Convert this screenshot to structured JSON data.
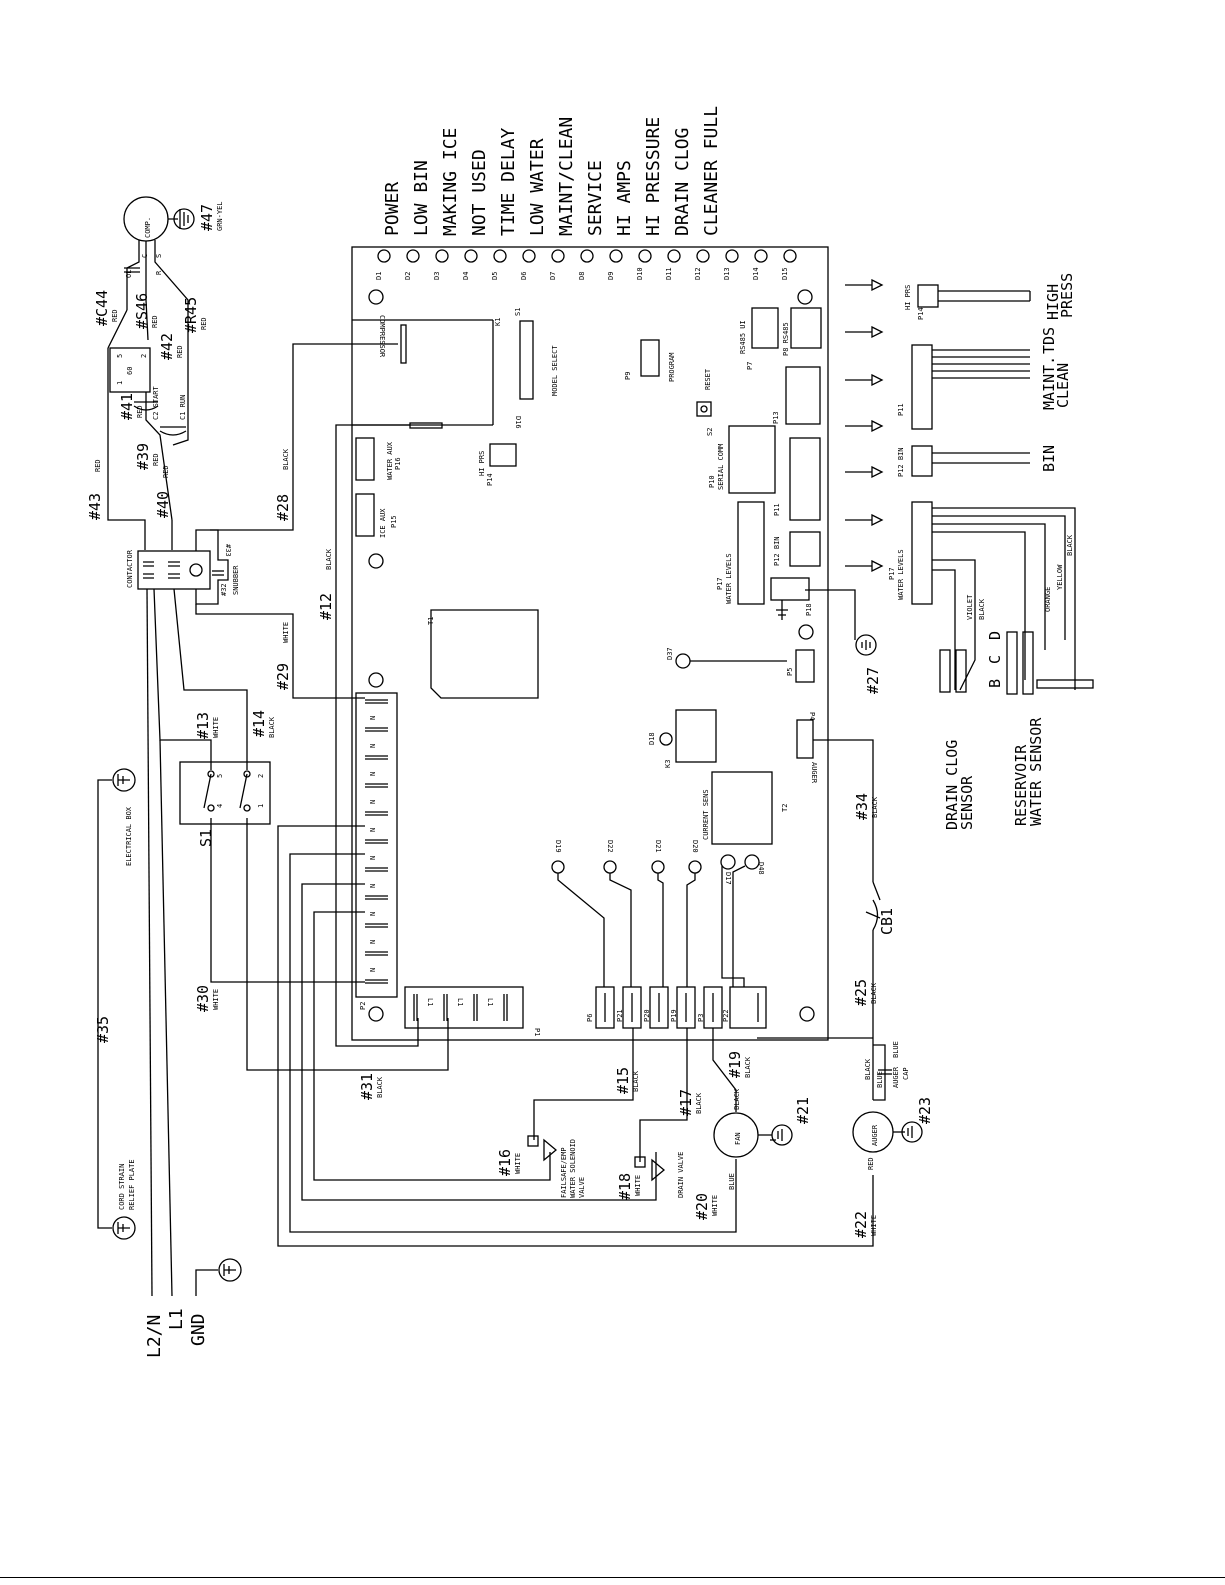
{
  "indicators": [
    "POWER",
    "LOW BIN",
    "MAKING ICE",
    "NOT USED",
    "TIME DELAY",
    "LOW WATER",
    "MAINT/CLEAN",
    "SERVICE",
    "HI AMPS",
    "HI PRESSURE",
    "DRAIN CLOG",
    "CLEANER FULL"
  ],
  "led_codes": [
    "D1",
    "D2",
    "D3",
    "D4",
    "D5",
    "D6",
    "D7",
    "D8",
    "D9",
    "D10",
    "D11",
    "D12",
    "D13",
    "D14",
    "D15"
  ],
  "board": {
    "compressor": "COMPRESSOR",
    "k1": "K1",
    "s1": "S1",
    "model_select": "MODEL SELECT",
    "d16": "D16",
    "p9": "P9",
    "program": "PROGRAM",
    "reset": "RESET",
    "s2": "S2",
    "rs485_ui": "RS485 UI",
    "p7": "P7",
    "p8_rs485": "P8 RS485",
    "p13": "P13",
    "p10": "P10",
    "serial_comm": "SERIAL COMM",
    "p11": "P11",
    "p12_bin": "P12 BIN",
    "p17": "P17",
    "water_levels": "WATER LEVELS",
    "p18": "P18",
    "p16": "P16",
    "water_aux": "WATER AUX",
    "p15": "P15",
    "ice_aux": "ICE AUX",
    "hi_prs": "HI PRS",
    "p14": "P14",
    "t1": "T1",
    "d37": "D37",
    "p5": "P5",
    "d18": "D18",
    "k3": "K3",
    "p4": "P4",
    "auger": "AUGER",
    "current_sens": "CURRENT SENS",
    "t2": "T2",
    "d19": "D19",
    "d22": "D22",
    "d21": "D21",
    "d20": "D20",
    "d17": "D17",
    "d48": "D48",
    "p2": "P2",
    "p1": "P1",
    "p6": "P6",
    "p21": "P21",
    "p20": "P20",
    "p19": "P19",
    "p3": "P3",
    "p22": "P22",
    "n": "N",
    "l1": "L1"
  },
  "compressor_circuit": {
    "comp": "COMP.",
    "ol": "OL",
    "c": "C",
    "s": "S",
    "r": "R",
    "w47": "#47",
    "grn_yel": "GRN-YEL",
    "c44": "#C44",
    "s46": "#S46",
    "r45": "#R45",
    "red": "RED",
    "w42": "#42",
    "w41": "#41",
    "w39": "#39",
    "w43": "#43",
    "w40": "#40",
    "c2_start": "C2 START",
    "c1_run": "C1 RUN",
    "relay_pins": [
      "5",
      "1",
      "2"
    ],
    "relay_label": "60"
  },
  "wires": {
    "w28": "#28",
    "black": "BLACK",
    "white": "WHITE",
    "w12": "#12",
    "w29": "#29",
    "w13": "#13",
    "w14": "#14",
    "w30": "#30",
    "w31": "#31",
    "w35": "#35",
    "w15": "#15",
    "w16": "#16",
    "w17": "#17",
    "w18": "#18",
    "w19": "#19",
    "w20": "#20",
    "w21": "#21",
    "w22": "#22",
    "w23": "#23",
    "w25": "#25",
    "w27": "#27",
    "w34": "#34",
    "w32": "#32",
    "w33": "#33",
    "blue": "BLUE"
  },
  "components": {
    "contactor": "CONTACTOR",
    "snubber": "SNUBBER",
    "s1_switch": "S1",
    "switch_pins": [
      "5",
      "2",
      "4",
      "1"
    ],
    "electrical_box": "ELECTRICAL BOX",
    "cord_strain_1": "CORD STRAIN",
    "cord_strain_2": "RELIEF PLATE",
    "failsafe_1": "FAILSAFE/EMP",
    "failsafe_2": "WATER SOLENOID",
    "failsafe_3": "VALVE",
    "drain_valve": "DRAIN VALVE",
    "fan": "FAN",
    "auger_motor": "AUGER",
    "auger_cap_1": "AUGER",
    "auger_cap_2": "CAP",
    "cb1": "CB1"
  },
  "line_labels": [
    "L2/N",
    "L1",
    "GND"
  ],
  "right_side": {
    "hi_prs": "HI PRS",
    "p14": "P14",
    "high": "HIGH",
    "press": "PRESS",
    "p11": "P11",
    "maint": "MAINT.",
    "tds": "TDS",
    "clean": "CLEAN",
    "p12_bin": "P12 BIN",
    "bin": "BIN",
    "p17": "P17",
    "water_levels": "WATER LEVELS",
    "violet": "VIOLET",
    "black": "BLACK",
    "orange": "ORANGE",
    "yellow": "YELLOW",
    "sensor_letters": [
      "B",
      "C",
      "D"
    ],
    "drain_clog_1": "DRAIN CLOG",
    "drain_clog_2": "SENSOR",
    "reservoir_1": "RESERVOIR",
    "reservoir_2": "WATER SENSOR"
  }
}
